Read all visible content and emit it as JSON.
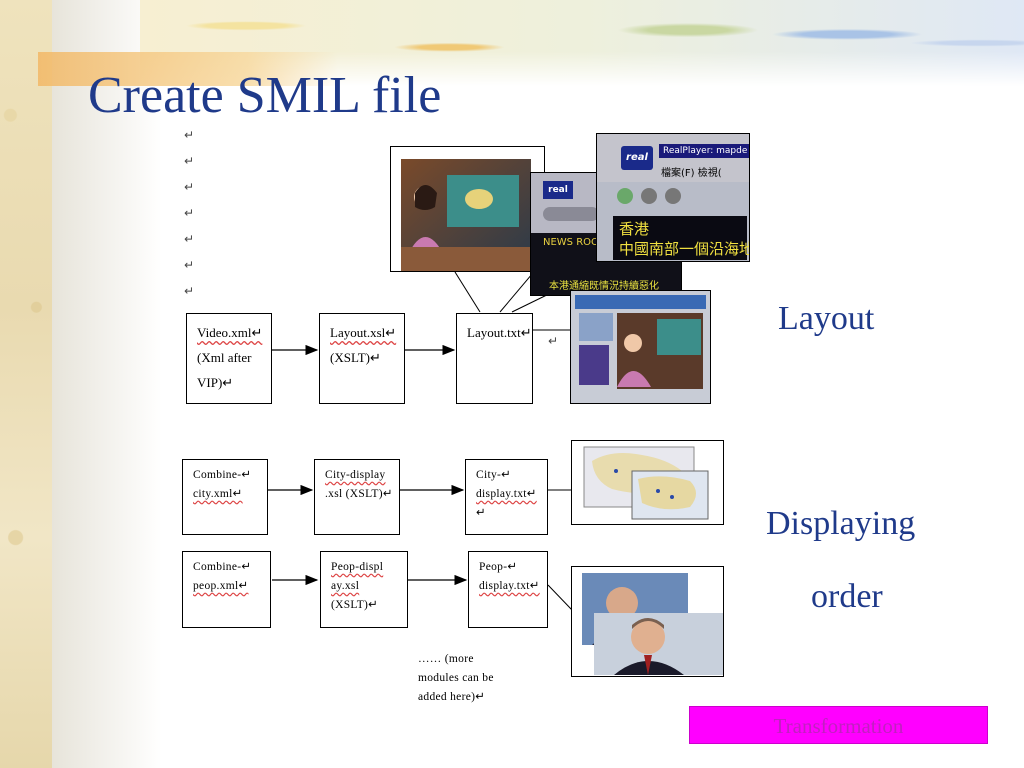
{
  "title": "Create SMIL file",
  "paragraph_mark": "↵",
  "row1": {
    "box1": [
      "Video.xml↵",
      "(Xml after",
      "VIP)↵"
    ],
    "box2": [
      "Layout.xsl↵",
      "(XSLT)↵"
    ],
    "box3": [
      "Layout.txt↵"
    ],
    "trail_mark": "↵"
  },
  "row2": {
    "box1": [
      "Combine-↵",
      "city.xml↵"
    ],
    "box2": [
      "City-display",
      ".xsl (XSLT)↵"
    ],
    "box3": [
      "City-↵",
      "display.txt↵",
      "↵"
    ]
  },
  "row3": {
    "box1": [
      "Combine-↵",
      "peop.xml↵"
    ],
    "box2": [
      "Peop-displ",
      "ay.xsl",
      "(XSLT)↵"
    ],
    "box3": [
      "Peop-↵",
      "display.txt↵"
    ]
  },
  "more_note": [
    "…… (more",
    "modules can be",
    "added here)↵"
  ],
  "realplayer": {
    "title": "RealPlayer: mapde",
    "menu": "檔案(F)  檢視(",
    "logo": "real",
    "caption_line1": "香港",
    "caption_line2": "中國南部一個沿海地",
    "news": "NEWS  ROO",
    "ticker": "本港通縮既情況持續惡化"
  },
  "labels": {
    "layout": "Layout",
    "displaying": "Displaying",
    "order": "order"
  },
  "button": {
    "transformation": "Transformation"
  },
  "colors": {
    "title": "#1f3a8a",
    "button_bg": "#ff00ff",
    "button_text": "#c020c0"
  }
}
